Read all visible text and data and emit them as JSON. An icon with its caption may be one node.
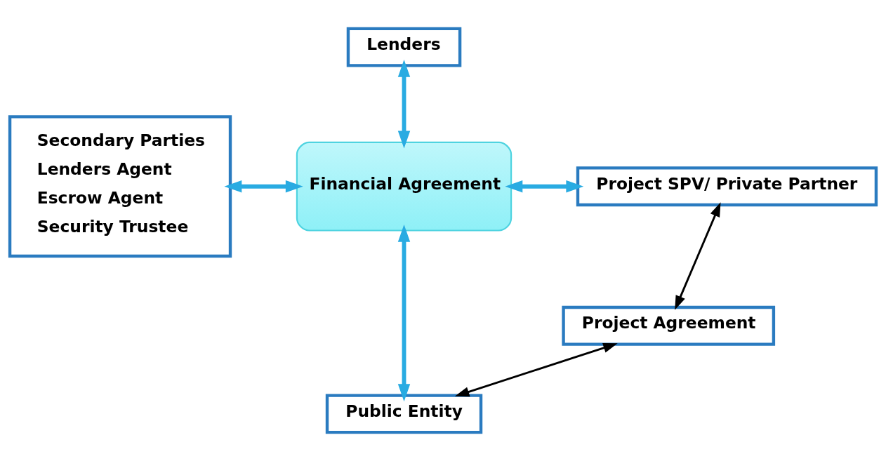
{
  "diagram": {
    "nodes": [
      {
        "text": [
          "Lenders"
        ]
      },
      {
        "text": [
          "Secondary Parties",
          "Lenders Agent",
          "Escrow Agent",
          "Security Trustee"
        ]
      },
      {
        "text": [
          "Financial Agreement"
        ]
      },
      {
        "text": [
          "Project SPV/ Private Partner"
        ]
      },
      {
        "text": [
          "Project Agreement"
        ]
      },
      {
        "text": [
          "Public Entity"
        ]
      }
    ],
    "edges": [
      {
        "from": 0,
        "to": 2,
        "arrow": "both"
      },
      {
        "from": 1,
        "to": 2,
        "arrow": "both"
      },
      {
        "from": 2,
        "to": 3,
        "arrow": "both"
      },
      {
        "from": 2,
        "to": 5,
        "arrow": "both"
      },
      {
        "from": 3,
        "to": 4,
        "arrow": "both",
        "color": "#000000"
      },
      {
        "from": 4,
        "to": 5,
        "arrow": "both",
        "color": "#000000"
      }
    ]
  }
}
